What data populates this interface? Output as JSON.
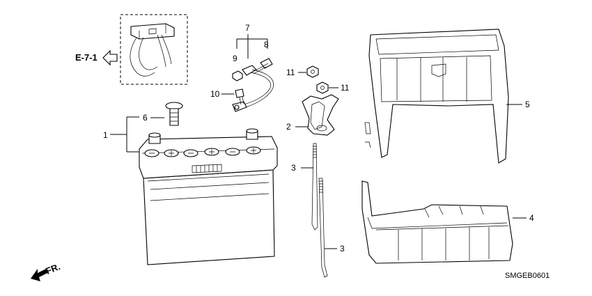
{
  "diagram": {
    "reference_label": "E-7-1",
    "front_label": "FR.",
    "drawing_code": "SMGEB0601",
    "callouts": {
      "c1": "1",
      "c2": "2",
      "c3a": "3",
      "c3b": "3",
      "c4": "4",
      "c5": "5",
      "c6": "6",
      "c7": "7",
      "c8": "8",
      "c9": "9",
      "c10": "10",
      "c11a": "11",
      "c11b": "11"
    }
  }
}
